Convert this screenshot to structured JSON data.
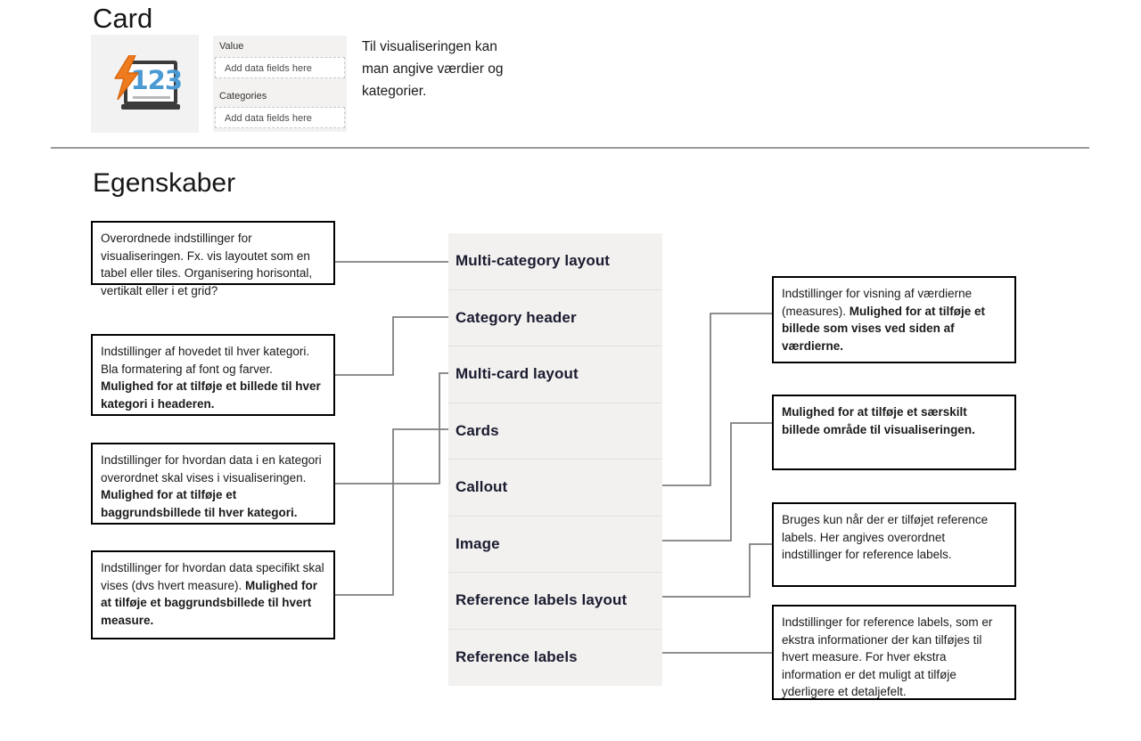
{
  "header": {
    "title": "Card"
  },
  "visual_icon": {
    "name": "card-visual-icon",
    "digits": "123",
    "bolt_color": "#ef7b1f",
    "digits_color": "#4a9ad4",
    "outline_color": "#3b3b3b",
    "background": "#f2f2f2"
  },
  "fields_pane": {
    "buckets": [
      {
        "title": "Value",
        "dropzone_placeholder": "Add data fields here"
      },
      {
        "title": "Categories",
        "dropzone_placeholder": "Add data fields here"
      }
    ]
  },
  "intro_text": "Til visualiseringen kan man angive værdier og kategorier.",
  "section": {
    "title": "Egenskaber"
  },
  "property_list": {
    "items": [
      {
        "label": "Multi-category layout"
      },
      {
        "label": "Category header"
      },
      {
        "label": "Multi-card layout"
      },
      {
        "label": "Cards"
      },
      {
        "label": "Callout"
      },
      {
        "label": "Image"
      },
      {
        "label": "Reference labels layout"
      },
      {
        "label": "Reference labels"
      }
    ],
    "background": "#f2f1f0",
    "label_color": "#1b1b2f"
  },
  "annotations": {
    "left": [
      {
        "id": "box-overall",
        "target": "Multi-category layout",
        "normal": "Overordnede indstillinger for visualiseringen. Fx. vis layoutet som en tabel eller tiles. Organisering horisontal, vertikalt eller i et grid?",
        "bold": ""
      },
      {
        "id": "box-catheader",
        "target": "Category header",
        "normal": "Indstillinger af hovedet til hver kategori. Bla formatering af font og farver. ",
        "bold": "Mulighed for at tilføje et billede til hver kategori i headeren."
      },
      {
        "id": "box-cards",
        "target": "Multi-card layout",
        "normal": "Indstillinger for hvordan data i en kategori overordnet skal vises i visualiseringen. ",
        "bold": "Mulighed for at tilføje et baggrundsbillede til hver kategori."
      },
      {
        "id": "box-callout",
        "target": "Cards",
        "normal": "Indstillinger for hvordan data specifikt skal vises (dvs hvert measure). ",
        "bold": "Mulighed for at tilføje et baggrundsbillede til hvert measure."
      }
    ],
    "right": [
      {
        "id": "box-values",
        "target": "Callout",
        "normal": "Indstillinger for visning af værdierne (measures). ",
        "bold": "Mulighed for at tilføje et billede som vises ved siden af værdierne."
      },
      {
        "id": "box-image",
        "target": "Image",
        "normal": "",
        "bold": "Mulighed for at tilføje et særskilt billede område til visualiseringen."
      },
      {
        "id": "box-reflayout",
        "target": "Reference labels layout",
        "normal": "Bruges kun når der er tilføjet reference labels. Her angives overordnet indstillinger for reference labels.",
        "bold": ""
      },
      {
        "id": "box-reflabels",
        "target": "Reference labels",
        "normal": "Indstillinger for reference labels, som er ekstra informationer der kan tilføjes til hvert measure. For hver ekstra information er det muligt at tilføje yderligere et detaljefelt.",
        "bold": ""
      }
    ]
  },
  "colors": {
    "divider": "#9a9a9a",
    "connector": "#7f7f7f",
    "callout_border": "#000000"
  }
}
